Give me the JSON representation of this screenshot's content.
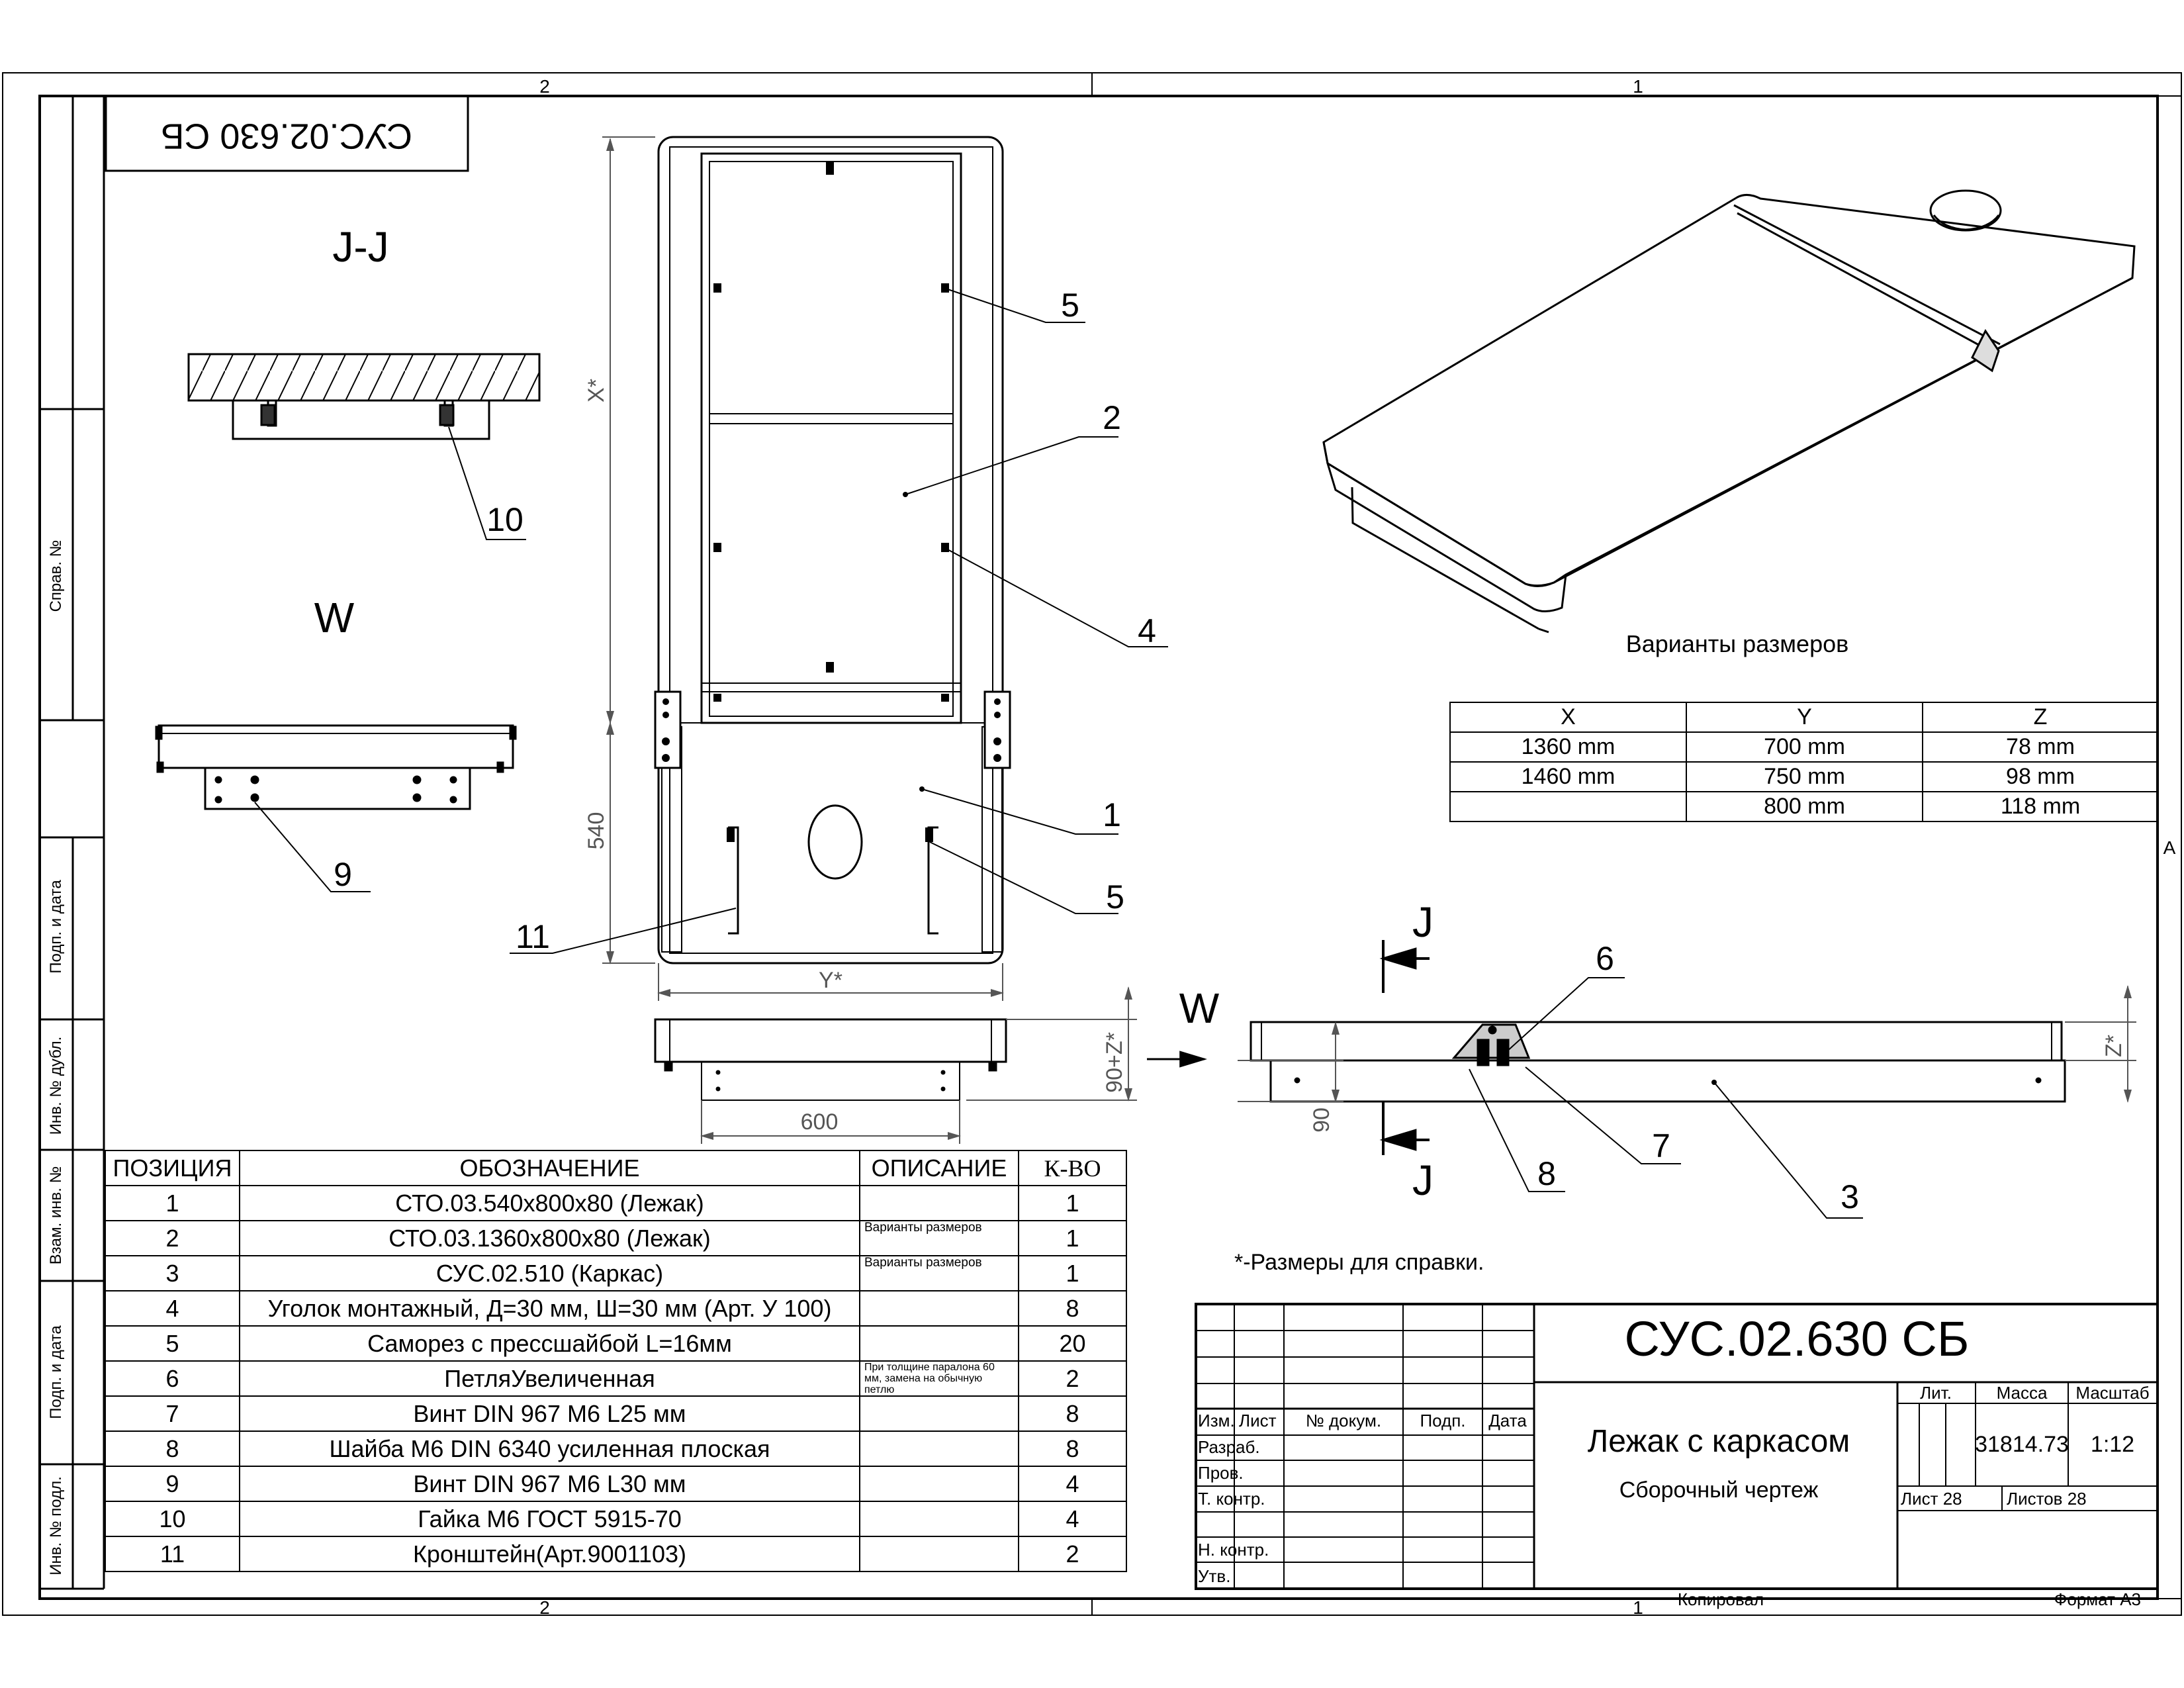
{
  "drawing": {
    "doc_number": "СУС.02.630 СБ",
    "doc_number_mirrored": "СУС.02.630 СБ",
    "title": "Лежак с каркасом",
    "subtitle": "Сборочный чертеж",
    "mass": "31814.73",
    "scale": "1:12",
    "sheet": "Лист 28",
    "sheets": "Листов 28",
    "copied": "Копировал",
    "format": "Формат А3",
    "note": "*-Размеры для справки.",
    "variants_title": "Варианты размеров"
  },
  "frame": {
    "zone_top_left": "2",
    "zone_top_right": "1",
    "zone_bottom_left": "2",
    "zone_bottom_right": "1",
    "zone_side": "А",
    "side_labels": [
      "Справ. №",
      "Подп. и дата",
      "Инв. № дубл.",
      "Взам. инв. №",
      "Подп. и дата",
      "Инв. № подл."
    ]
  },
  "views": {
    "section_jj": "J-J",
    "view_w": "W",
    "view_w_arrow": "W",
    "cut_j_top": "J",
    "cut_j_bottom": "J"
  },
  "dimensions": {
    "x": "X*",
    "d540": "540",
    "y": "Y*",
    "d90z": "90+Z*",
    "d600": "600",
    "d90": "90",
    "z": "Z*"
  },
  "callouts": [
    "1",
    "2",
    "3",
    "4",
    "5",
    "5",
    "6",
    "7",
    "8",
    "9",
    "10",
    "11"
  ],
  "titleblock": {
    "headers": [
      "Изм.",
      "Лист",
      "№ докум.",
      "Подп.",
      "Дата"
    ],
    "roles": [
      "Разраб.",
      "Пров.",
      "Т. контр.",
      "Н. контр.",
      "Утв."
    ],
    "lit": "Лит.",
    "mass_label": "Масса",
    "scale_label": "Масштаб"
  },
  "variants": {
    "headers": [
      "X",
      "Y",
      "Z"
    ],
    "rows": [
      [
        "1360 mm",
        "700 mm",
        "78 mm"
      ],
      [
        "1460 mm",
        "750 mm",
        "98 mm"
      ],
      [
        "",
        "800 mm",
        "118 mm"
      ]
    ]
  },
  "spec": {
    "headers": [
      "ПОЗИЦИЯ",
      "ОБОЗНАЧЕНИЕ",
      "ОПИСАНИЕ",
      "К-ВО"
    ],
    "rows": [
      {
        "pos": "1",
        "name": "СТО.03.540х800х80 (Лежак)",
        "desc": "",
        "qty": "1"
      },
      {
        "pos": "2",
        "name": "СТО.03.1360х800х80 (Лежак)",
        "desc": "Варианты размеров",
        "qty": "1"
      },
      {
        "pos": "3",
        "name": "СУС.02.510 (Каркас)",
        "desc": "Варианты размеров",
        "qty": "1"
      },
      {
        "pos": "4",
        "name": "Уголок монтажный, Д=30 мм, Ш=30 мм (Арт. У 100)",
        "desc": "",
        "qty": "8"
      },
      {
        "pos": "5",
        "name": "Саморез с прессшайбой  L=16мм",
        "desc": "",
        "qty": "20"
      },
      {
        "pos": "6",
        "name": "ПетляУвеличенная",
        "desc": "При толщине паралона 60 мм, замена на обычную петлю",
        "qty": "2"
      },
      {
        "pos": "7",
        "name": "Винт DIN 967  M6  L25    мм",
        "desc": "",
        "qty": "8"
      },
      {
        "pos": "8",
        "name": "Шайба M6 DIN 6340 усиленная плоская",
        "desc": "",
        "qty": "8"
      },
      {
        "pos": "9",
        "name": "Винт DIN 967  M6  L30    мм",
        "desc": "",
        "qty": "4"
      },
      {
        "pos": "10",
        "name": "Гайка М6 ГОСТ 5915-70",
        "desc": "",
        "qty": "4"
      },
      {
        "pos": "11",
        "name": "Кронштейн(Арт.9001103)",
        "desc": "",
        "qty": "2"
      }
    ]
  }
}
